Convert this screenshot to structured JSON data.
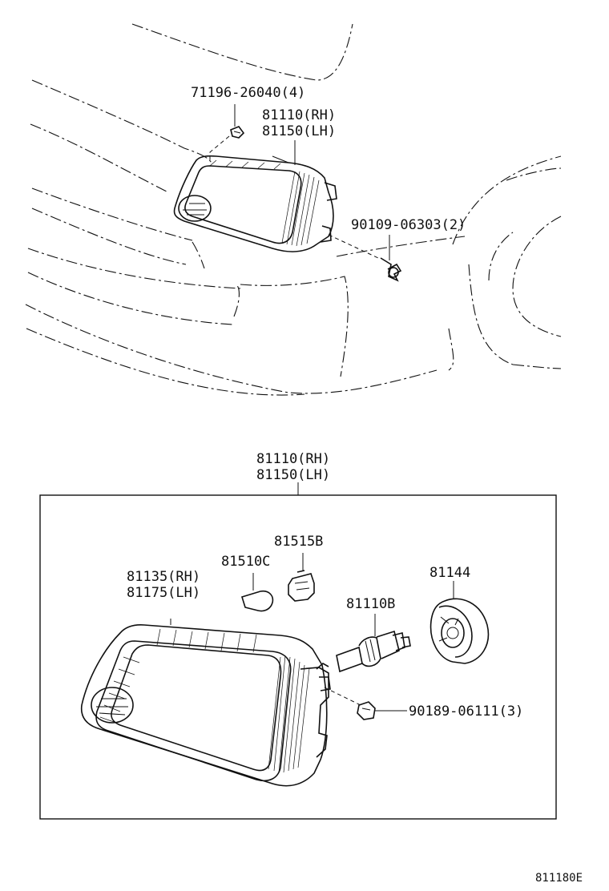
{
  "labels": {
    "clip_top": "71196-26040(4)",
    "assy_rh_top": "81110(RH)",
    "assy_lh_top": "81150(LH)",
    "screw_top": "90109-06303(2)",
    "assy_rh_box": "81110(RH)",
    "assy_lh_box": "81150(LH)",
    "socket": "81515B",
    "bulb_small": "81510C",
    "unit_rh": "81135(RH)",
    "unit_lh": "81175(LH)",
    "bulb_head": "81110B",
    "cover": "81144",
    "nut": "90189-06111(3)",
    "diagram_code": "811180E"
  }
}
